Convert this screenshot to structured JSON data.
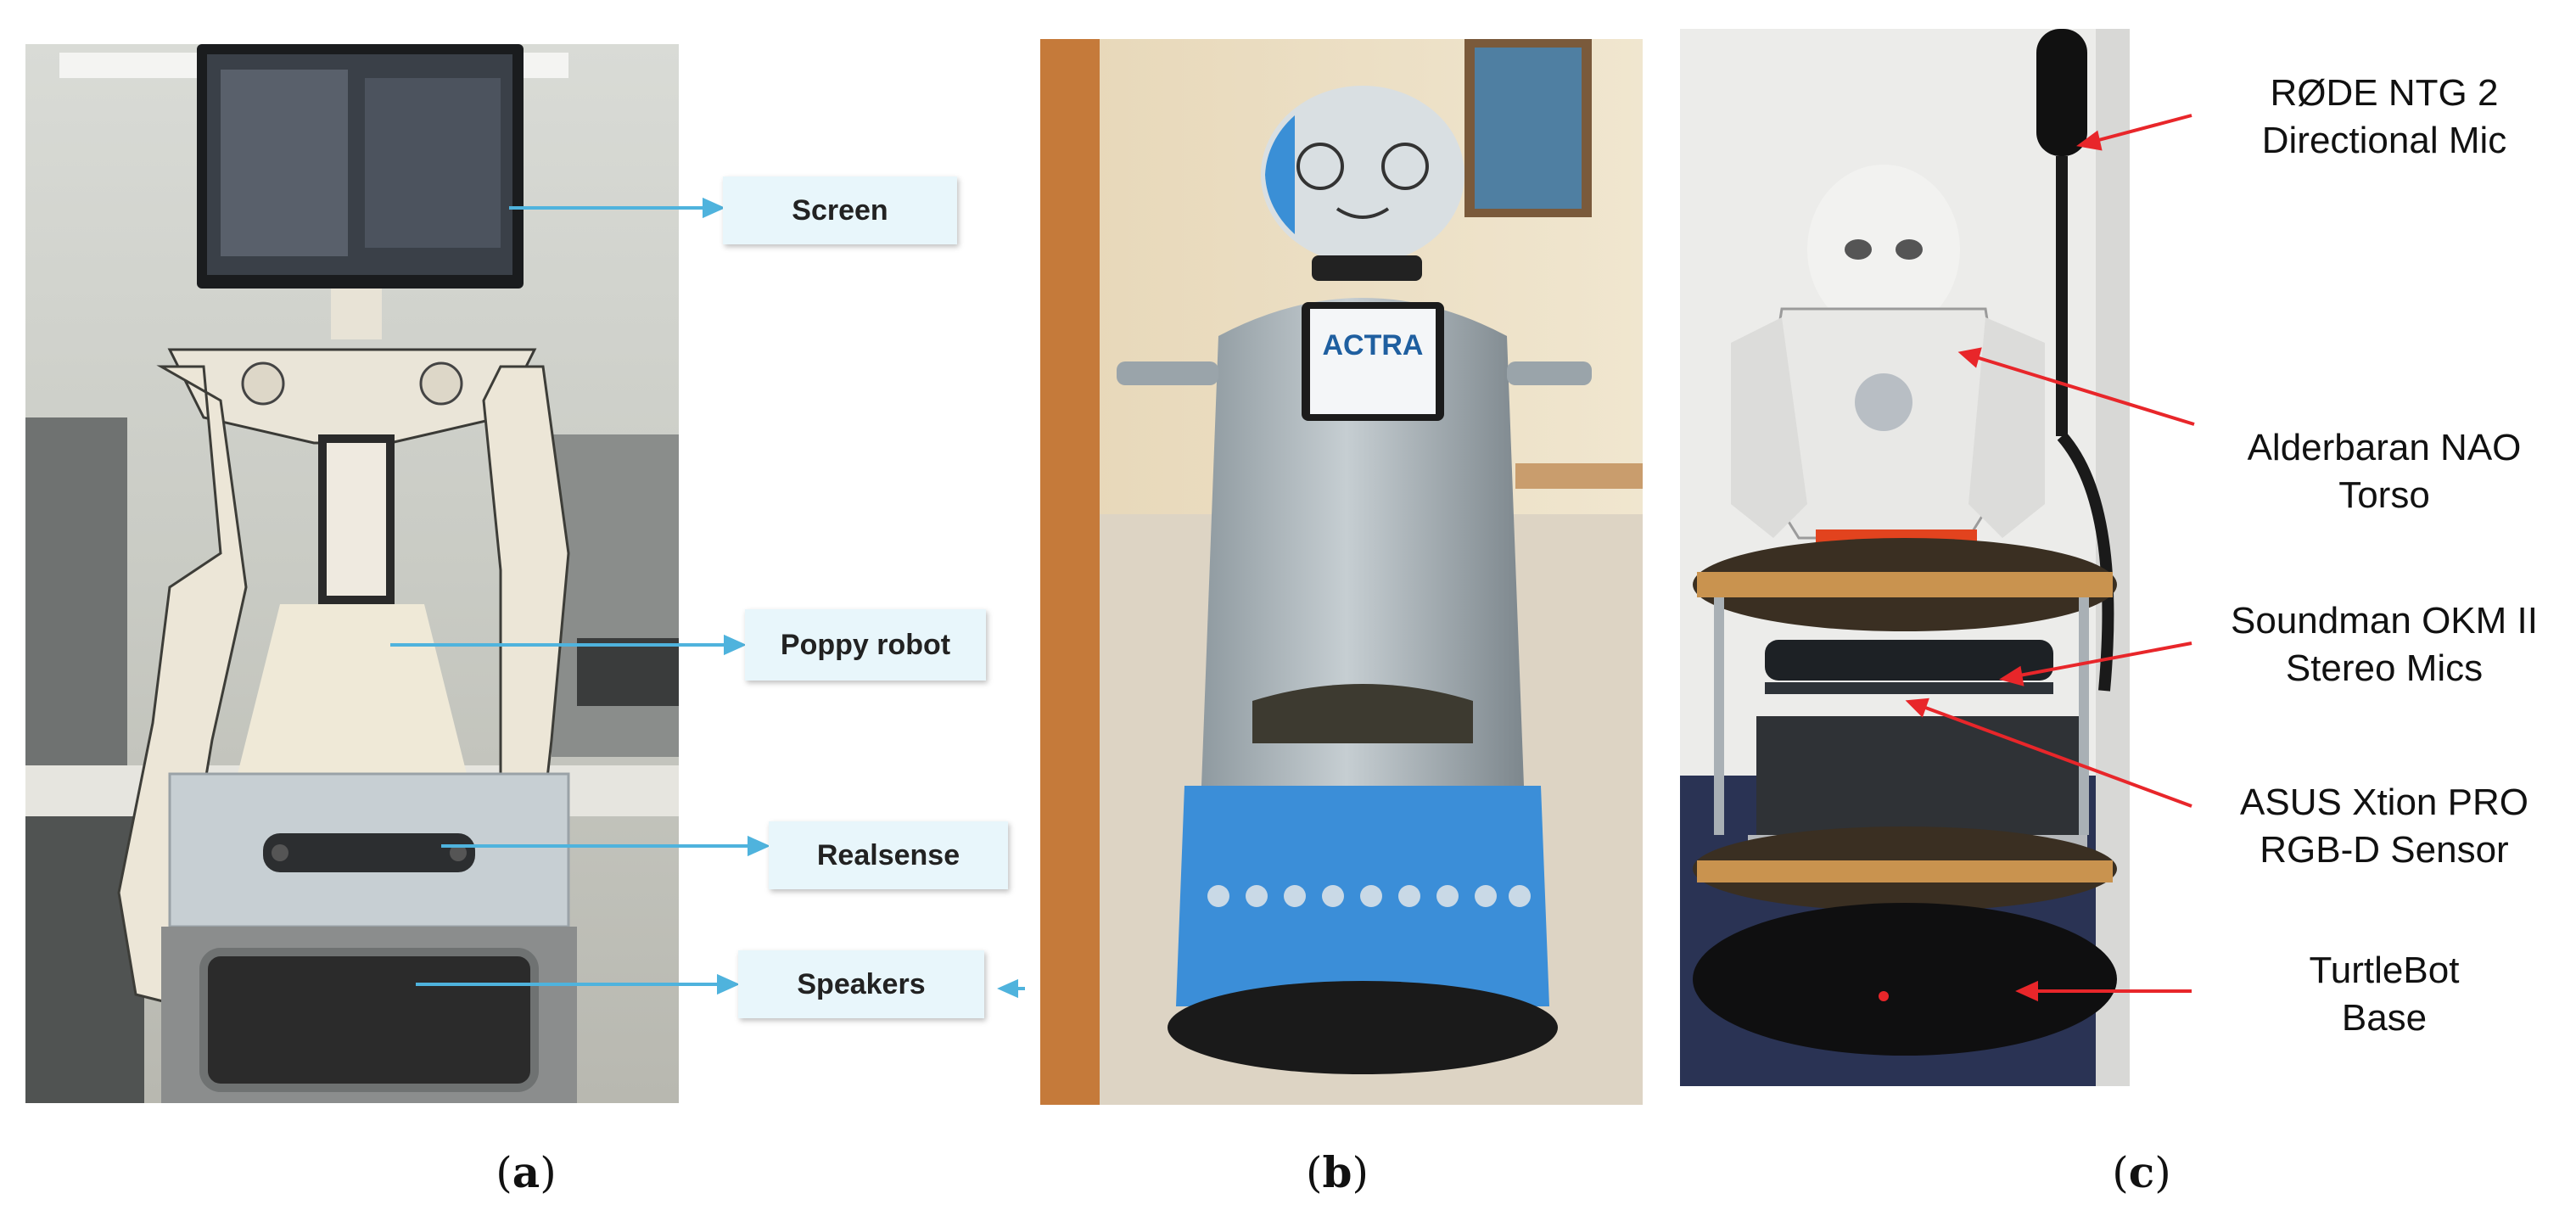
{
  "panels": {
    "a": {
      "caption_letter": "a",
      "callouts": [
        "Screen",
        "Poppy robot",
        "Realsense",
        "Speakers"
      ],
      "colors": {
        "arrow": "#4fb3dd",
        "box": "#e8f6fb"
      }
    },
    "b": {
      "caption_letter": "b",
      "tablet_logo": "ACTRA"
    },
    "c": {
      "caption_letter": "c",
      "labels": [
        {
          "line1": "RØDE NTG 2",
          "line2": "Directional Mic"
        },
        {
          "line1": "Alderbaran NAO",
          "line2": "Torso"
        },
        {
          "line1": "Soundman OKM II",
          "line2": "Stereo Mics"
        },
        {
          "line1": "ASUS Xtion PRO",
          "line2": "RGB-D Sensor"
        },
        {
          "line1": "TurtleBot",
          "line2": "Base"
        }
      ],
      "colors": {
        "arrow": "#e8262a"
      }
    }
  }
}
